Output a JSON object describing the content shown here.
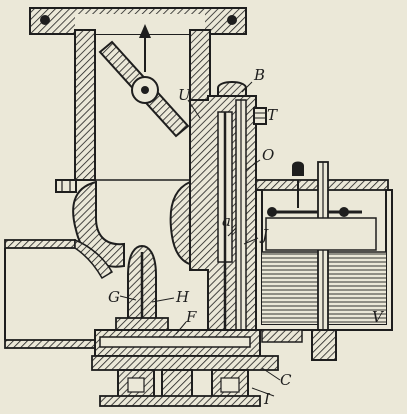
{
  "colors": {
    "paper": "#ebe8d8",
    "ink": "#1e1e1e",
    "fuel": "#1e1e1e"
  },
  "labels": {
    "B": "B",
    "T": "T",
    "U": "U",
    "O": "O",
    "J": "J",
    "a": "a",
    "G": "G",
    "H": "H",
    "F": "F",
    "C": "C",
    "I": "I",
    "V": "V"
  },
  "icons": {
    "airflow": "up-arrow-icon"
  }
}
